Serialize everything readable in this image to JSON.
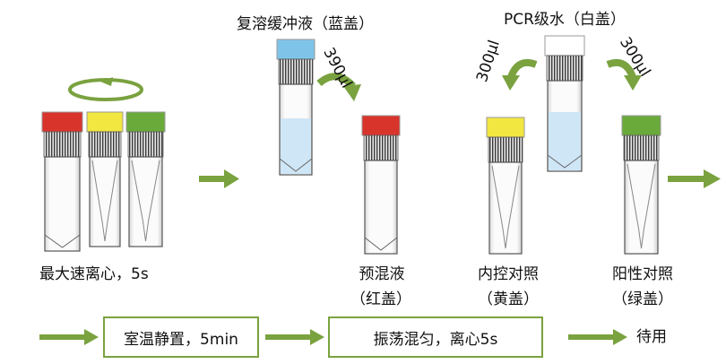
{
  "labels": {
    "redissolve_buffer": "复溶缓冲液（蓝盖）",
    "pcr_water": "PCR级水（白盖）",
    "vol_buffer": "390μl",
    "vol_water_left": "300μl",
    "vol_water_right": "300μl",
    "centrifuge": "最大速离心，5s",
    "premix_name": "预混液",
    "premix_cap": "（红盖）",
    "internal_name": "内控对照",
    "internal_cap": "（黄盖）",
    "positive_name": "阳性对照",
    "positive_cap": "（绿盖）"
  },
  "steps": {
    "rest": "室温静置，5min",
    "shake": "振荡混匀，离心5s",
    "wait": "待用"
  },
  "colors": {
    "arrow": "#7aa23f",
    "cap_red": "#d9342b",
    "cap_yellow": "#f2e640",
    "cap_green": "#6aaa3a",
    "cap_blue": "#7fc4e8",
    "cap_white": "#ffffff",
    "liquid": "#cfe6f7"
  }
}
